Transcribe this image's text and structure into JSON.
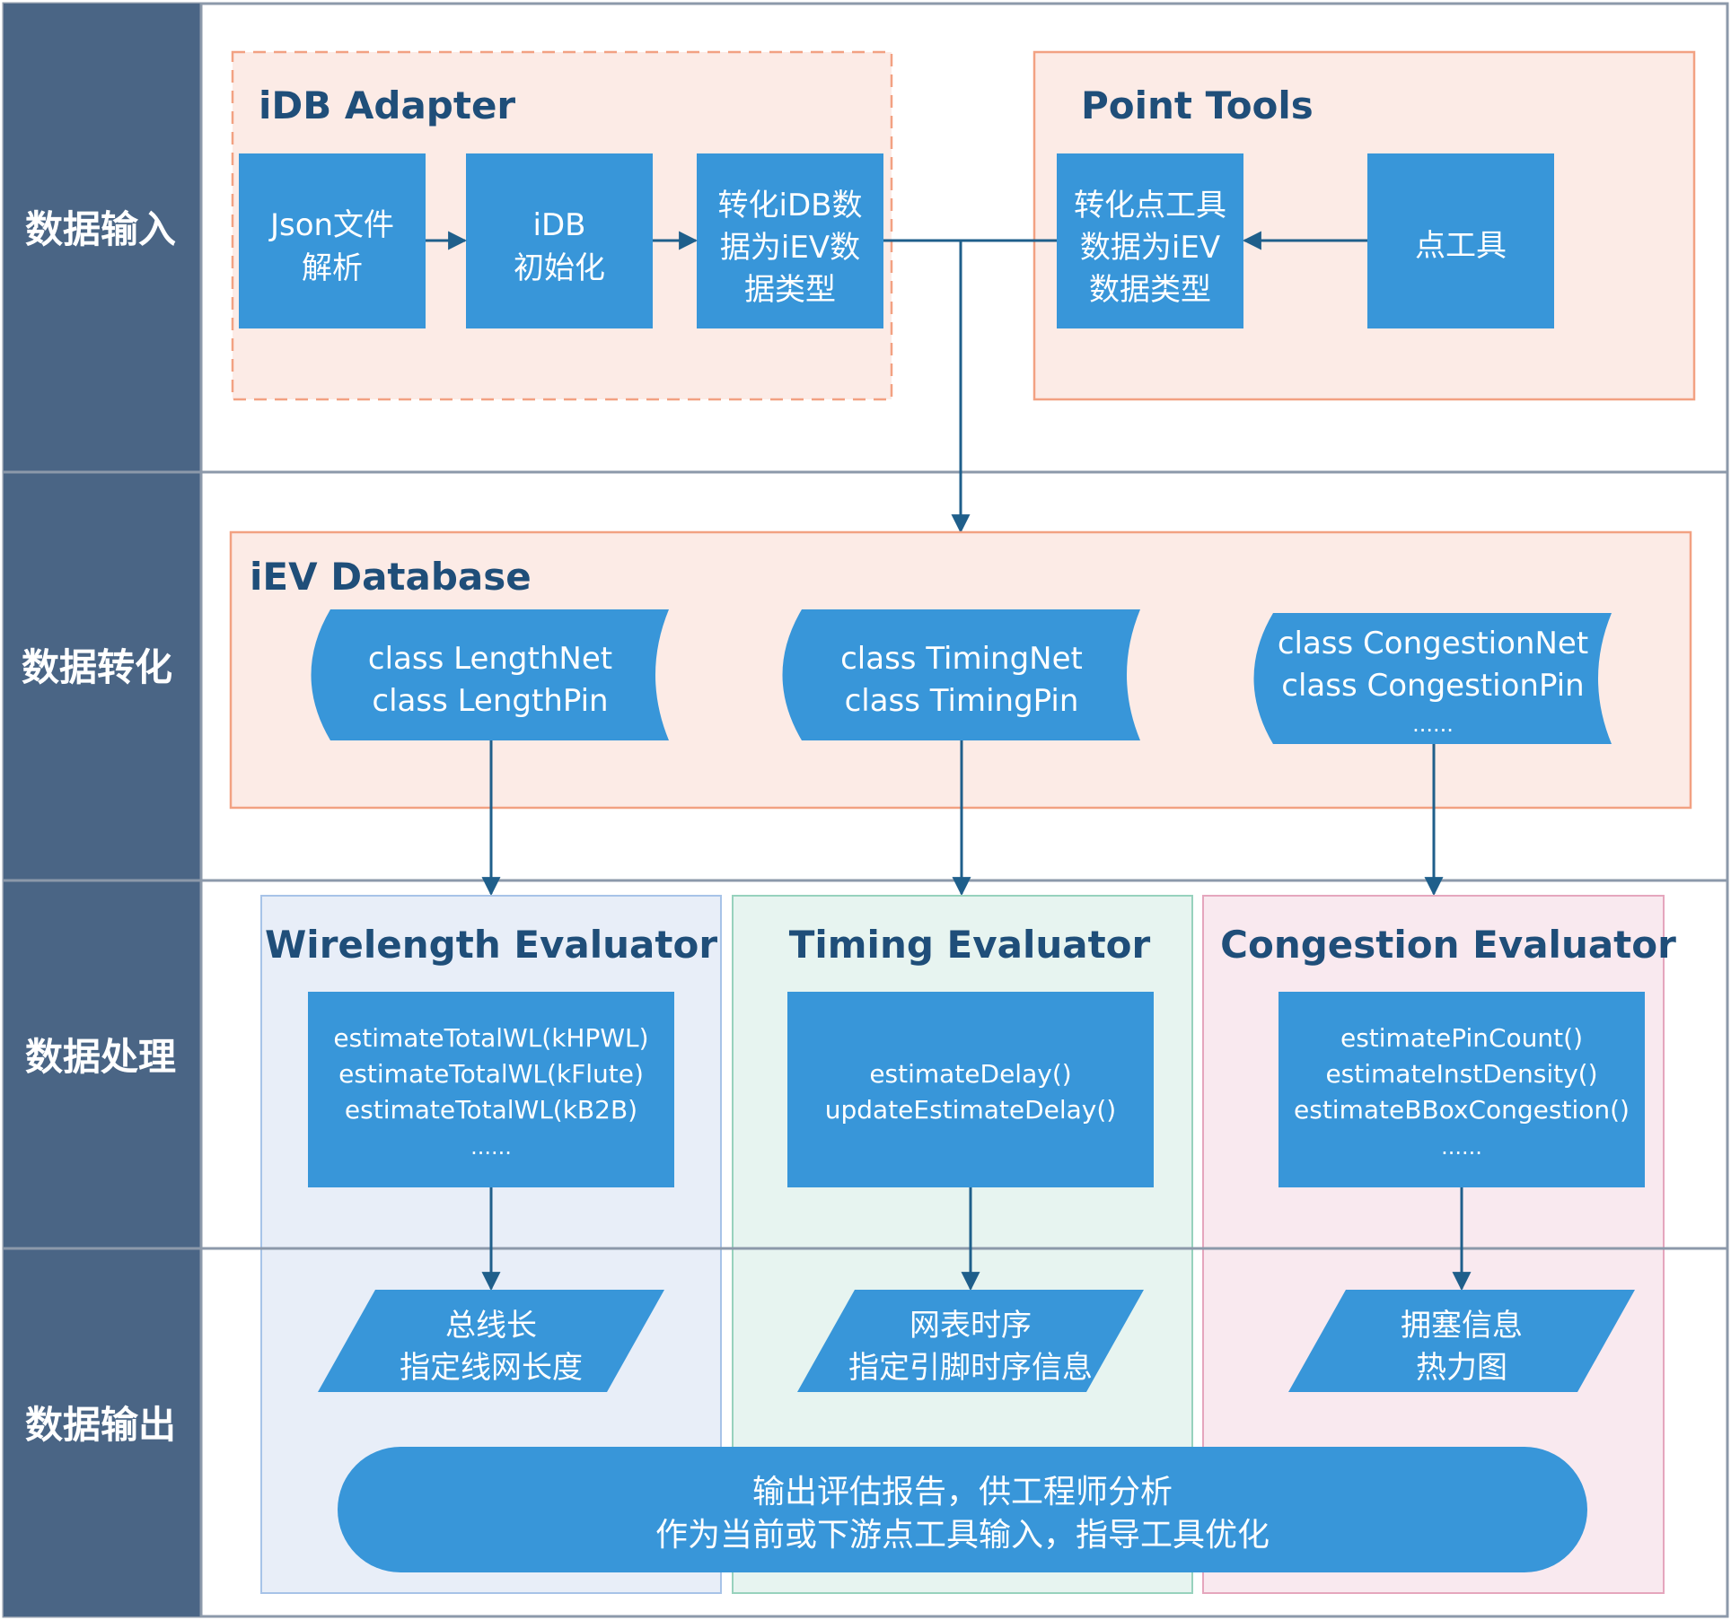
{
  "colors": {
    "lane_bg": "#4a6585",
    "box_fill": "#3896d9",
    "salmon_bg": "#fcebe6",
    "salmon_border": "#f2a182",
    "blue_panel": "#e8eef8",
    "green_panel": "#e7f4f0",
    "pink_panel": "#f9e9ef",
    "connector": "#1f5f8b"
  },
  "lanes": {
    "input": "数据输入",
    "transform": "数据转化",
    "process": "数据处理",
    "output": "数据输出"
  },
  "idb_adapter": {
    "title": "iDB Adapter",
    "json_parse": [
      "Json文件",
      "解析"
    ],
    "idb_init": [
      "iDB",
      "初始化"
    ],
    "convert_idb": [
      "转化iDB数",
      "据为iEV数",
      "据类型"
    ]
  },
  "point_tools": {
    "title": "Point Tools",
    "convert_point": [
      "转化点工具",
      "数据为iEV",
      "数据类型"
    ],
    "point_tool": "点工具"
  },
  "iev_database": {
    "title": "iEV Database",
    "length_classes": [
      "class LengthNet",
      "class LengthPin"
    ],
    "timing_classes": [
      "class TimingNet",
      "class TimingPin"
    ],
    "congestion_classes": [
      "class CongestionNet",
      "class CongestionPin",
      "......"
    ]
  },
  "wirelength": {
    "title": "Wirelength Evaluator",
    "methods": [
      "estimateTotalWL(kHPWL)",
      "estimateTotalWL(kFlute)",
      "estimateTotalWL(kB2B)",
      "......"
    ],
    "output": [
      "总线长",
      "指定线网长度"
    ]
  },
  "timing": {
    "title": "Timing Evaluator",
    "methods": [
      "estimateDelay()",
      "updateEstimateDelay()"
    ],
    "output": [
      "网表时序",
      "指定引脚时序信息"
    ]
  },
  "congestion": {
    "title": "Congestion Evaluator",
    "methods": [
      "estimatePinCount()",
      "estimateInstDensity()",
      "estimateBBoxCongestion()",
      "......"
    ],
    "output": [
      "拥塞信息",
      "热力图"
    ]
  },
  "report": [
    "输出评估报告，供工程师分析",
    "作为当前或下游点工具输入，指导工具优化"
  ]
}
